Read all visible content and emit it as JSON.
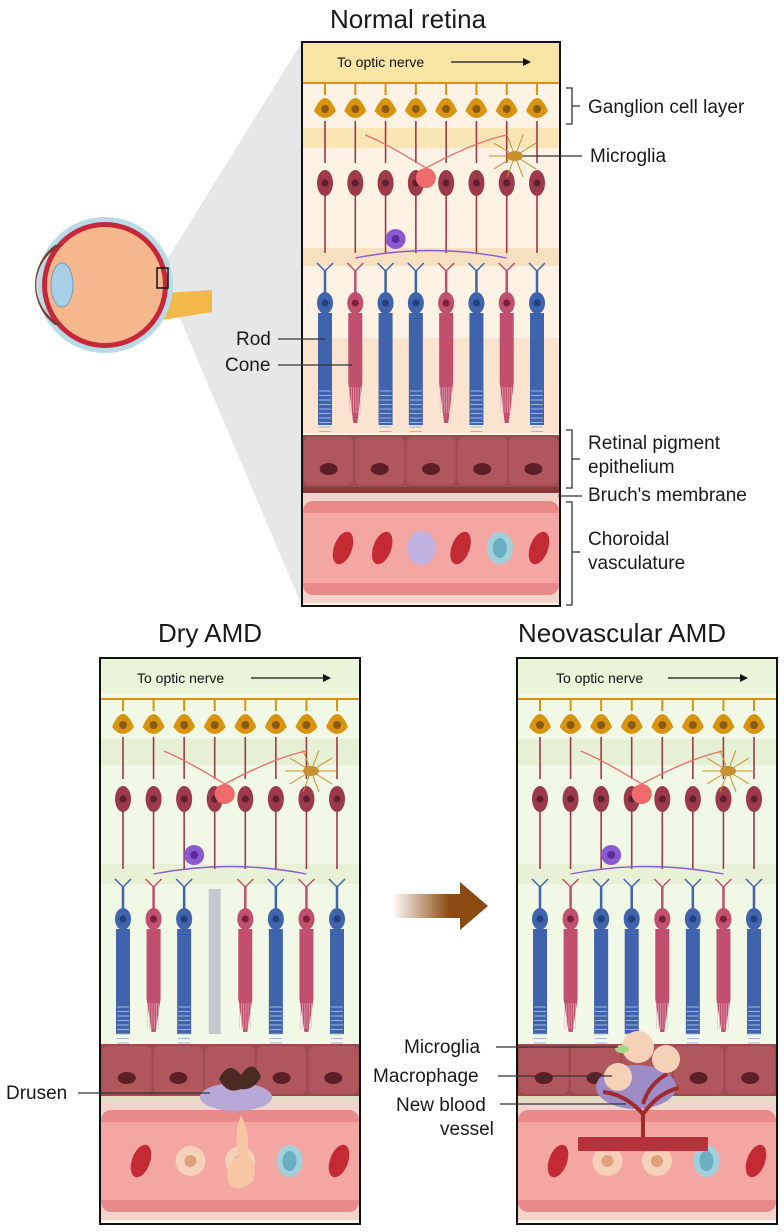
{
  "titles": {
    "normal": "Normal retina",
    "dry": "Dry AMD",
    "neo": "Neovascular AMD"
  },
  "optic_nerve": "To optic nerve",
  "normal_labels": {
    "ganglion": "Ganglion cell layer",
    "microglia": "Microglia",
    "rod": "Rod",
    "cone": "Cone",
    "rpe_line1": "Retinal pigment",
    "rpe_line2": "epithelium",
    "bruch": "Bruch's membrane",
    "choroid_line1": "Choroidal",
    "choroid_line2": "vasculature"
  },
  "dry_labels": {
    "drusen": "Drusen"
  },
  "neo_labels": {
    "microglia": "Microglia",
    "macrophage": "Macrophage",
    "vessel_line1": "New blood",
    "vessel_line2": "vessel"
  },
  "colors": {
    "ganglion": "#d9940f",
    "bipolar": "#9c3a4a",
    "rod": "#3f63ad",
    "cone": "#c0506d",
    "rpe": "#9c4a50",
    "choroid": "#e8898a",
    "microglia": "#c9902e",
    "amacrine": "#8a5ad0",
    "normal_bg": "#fdf2e4",
    "amd_bg": "#f2f8e6",
    "drusen": "#b7a8d8",
    "arrow": "#8b4a12"
  }
}
